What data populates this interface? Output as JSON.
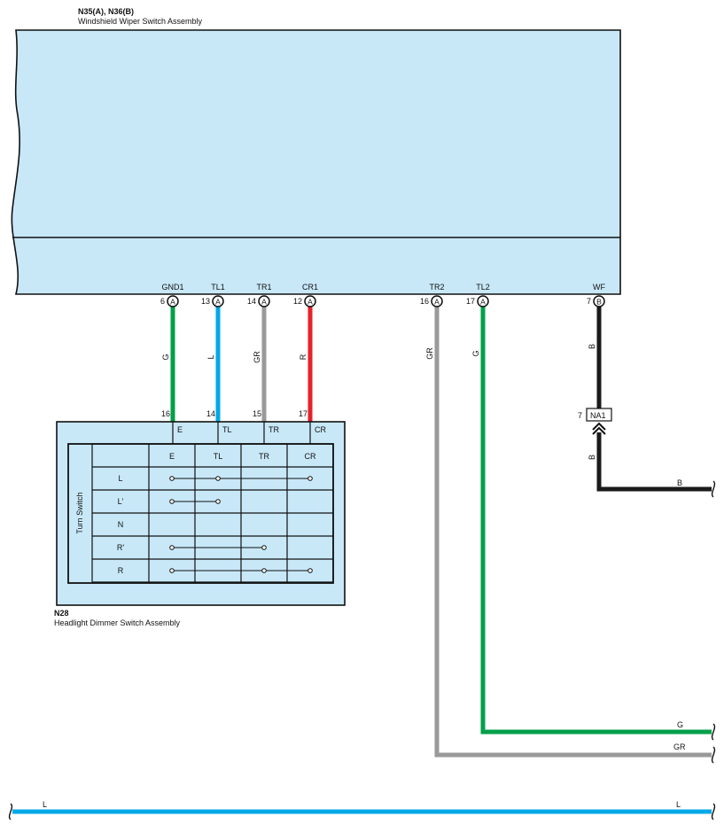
{
  "main_assembly": {
    "code": "N35(A), N36(B)",
    "name": "Windshield Wiper Switch Assembly",
    "fill": "#c8e8f8",
    "pins": [
      {
        "id": "gnd1",
        "label": "GND1",
        "num": "6",
        "conn": "A"
      },
      {
        "id": "tl1",
        "label": "TL1",
        "num": "13",
        "conn": "A"
      },
      {
        "id": "tr1",
        "label": "TR1",
        "num": "14",
        "conn": "A"
      },
      {
        "id": "cr1",
        "label": "CR1",
        "num": "12",
        "conn": "A"
      },
      {
        "id": "tr2",
        "label": "TR2",
        "num": "16",
        "conn": "A"
      },
      {
        "id": "tl2",
        "label": "TL2",
        "num": "17",
        "conn": "A"
      },
      {
        "id": "wf",
        "label": "WF",
        "num": "7",
        "conn": "B"
      }
    ]
  },
  "dimmer_assembly": {
    "code": "N28",
    "name": "Headlight Dimmer Switch Assembly",
    "pins": [
      {
        "id": "e",
        "label": "E",
        "num": "16"
      },
      {
        "id": "tl",
        "label": "TL",
        "num": "14"
      },
      {
        "id": "tr",
        "label": "TR",
        "num": "15"
      },
      {
        "id": "cr",
        "label": "CR",
        "num": "17"
      }
    ],
    "table": {
      "side_label": "Turn Switch",
      "columns": [
        "E",
        "TL",
        "TR",
        "CR"
      ],
      "rows": [
        {
          "label": "L",
          "dots": [
            0,
            1,
            3
          ]
        },
        {
          "label": "L'",
          "dots": [
            0,
            1
          ]
        },
        {
          "label": "N",
          "dots": []
        },
        {
          "label": "R'",
          "dots": [
            0,
            2
          ]
        },
        {
          "label": "R",
          "dots": [
            0,
            2,
            3
          ]
        }
      ]
    }
  },
  "wires": {
    "gnd1": {
      "color_code": "G",
      "color": "#00a04a"
    },
    "tl1": {
      "color_code": "L",
      "color": "#00a8e8"
    },
    "tr1": {
      "color_code": "GR",
      "color": "#9a9a9a"
    },
    "cr1": {
      "color_code": "R",
      "color": "#e82028"
    },
    "tr2": {
      "color_code": "GR",
      "color": "#9a9a9a",
      "end_label": "GR"
    },
    "tl2": {
      "color_code": "G",
      "color": "#00a04a",
      "end_label": "G"
    },
    "wf_upper": {
      "color_code": "B",
      "color": "#1a1a1a"
    },
    "wf_lower": {
      "color_code": "B",
      "color": "#1a1a1a",
      "end_label": "B"
    },
    "bottom": {
      "color": "#00a8e8",
      "left_label": "L",
      "right_label": "L"
    }
  },
  "splice_connector": {
    "num": "7",
    "label": "NA1"
  }
}
